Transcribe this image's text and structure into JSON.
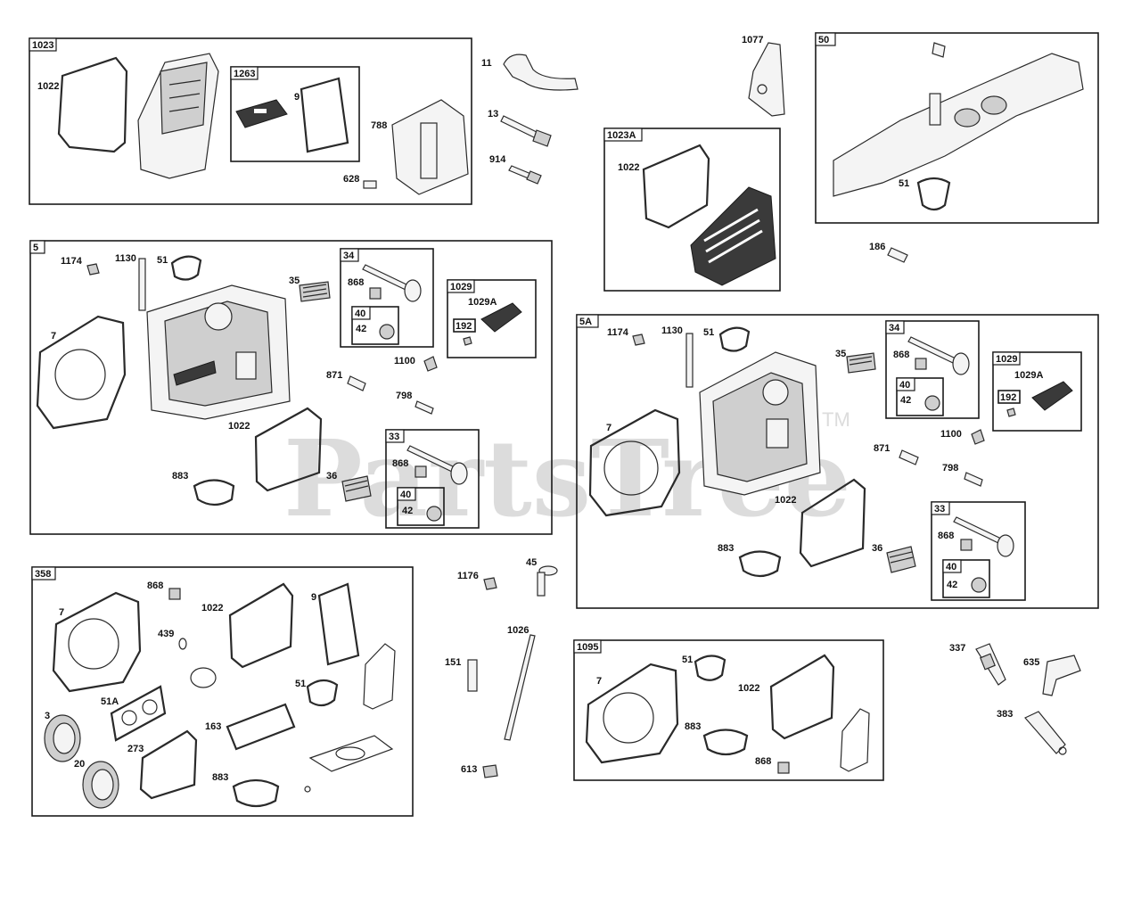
{
  "watermark": {
    "text": "PartsTree",
    "trademark": "TM"
  },
  "groups": [
    {
      "id": "1023"
    },
    {
      "id": "1263"
    },
    {
      "id": "1023A"
    },
    {
      "id": "50"
    },
    {
      "id": "5"
    },
    {
      "id": "34"
    },
    {
      "id": "40"
    },
    {
      "id": "1029"
    },
    {
      "id": "192"
    },
    {
      "id": "33"
    },
    {
      "id": "40"
    },
    {
      "id": "5A"
    },
    {
      "id": "34"
    },
    {
      "id": "40"
    },
    {
      "id": "1029"
    },
    {
      "id": "192"
    },
    {
      "id": "33"
    },
    {
      "id": "40"
    },
    {
      "id": "358"
    },
    {
      "id": "1095"
    }
  ],
  "callouts": [
    "1022",
    "9",
    "788",
    "628",
    "11",
    "13",
    "914",
    "1077",
    "1022",
    "51",
    "186",
    "1174",
    "1130",
    "51",
    "7",
    "35",
    "868",
    "42",
    "1029A",
    "1100",
    "871",
    "798",
    "1022",
    "883",
    "36",
    "868",
    "42",
    "1174",
    "1130",
    "51",
    "7",
    "35",
    "868",
    "42",
    "1029A",
    "1100",
    "871",
    "798",
    "1022",
    "883",
    "36",
    "868",
    "42",
    "868",
    "7",
    "1022",
    "9",
    "439",
    "51A",
    "51",
    "3",
    "273",
    "163",
    "20",
    "883",
    "1176",
    "45",
    "1026",
    "151",
    "613",
    "7",
    "51",
    "1022",
    "883",
    "868",
    "337",
    "635",
    "383"
  ]
}
